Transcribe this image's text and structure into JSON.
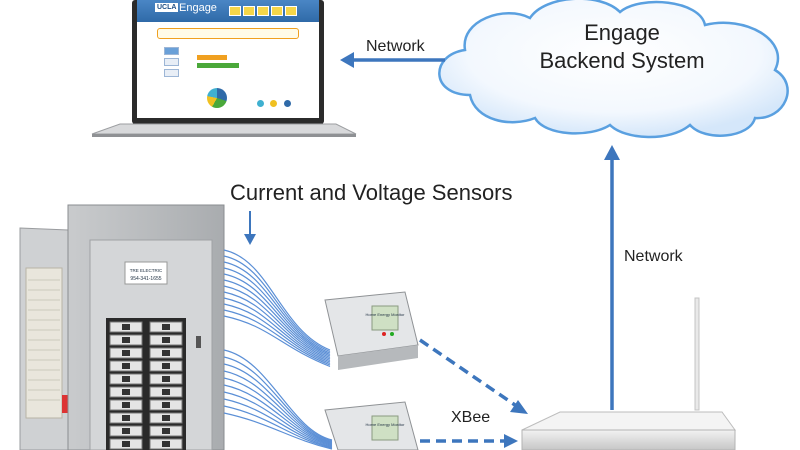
{
  "cloud": {
    "line1": "Engage",
    "line2": "Backend System"
  },
  "labels": {
    "network_top": "Network",
    "network_right": "Network",
    "sensors": "Current and Voltage Sensors",
    "xbee": "XBee"
  },
  "laptop_app": {
    "app_name": "Engage",
    "logo_text": "UCLA"
  },
  "panel_label": {
    "company": "TRE ELECTRIC",
    "phone": "954-341-1655"
  },
  "monitor_label": "Home Energy Monitor",
  "colors": {
    "arrow_blue": "#3d76bd",
    "cloud_edge": "#5aa0e0",
    "wire_blue": "#5b8fd6",
    "panel_gray": "#b9bcbf"
  }
}
